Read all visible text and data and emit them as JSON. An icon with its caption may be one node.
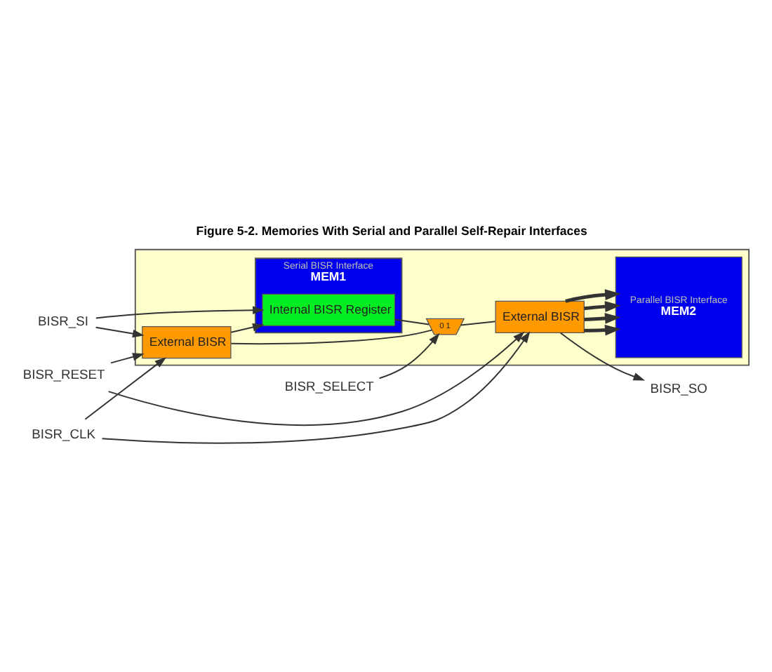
{
  "diagram": {
    "title": "Figure 5-2. Memories With Serial and Parallel Self-Repair Interfaces",
    "nodes": [
      {
        "text": [],
        "shape": "box"
      },
      {
        "text": [
          "BISR_SI"
        ]
      },
      {
        "text": [
          "BISR_RESET"
        ]
      },
      {
        "text": [
          "BISR_CLK"
        ]
      },
      {
        "text": [
          "BISR_SELECT"
        ]
      },
      {
        "text": [
          "BISR_SO"
        ]
      },
      {
        "text": [
          "External BISR"
        ],
        "in": 0
      },
      {
        "text": [
          "Serial BISR Interface",
          "MEM1"
        ],
        "in": 0
      },
      {
        "text": [
          "Internal BISR Register"
        ],
        "in": 7
      },
      {
        "text": [
          "0 1"
        ],
        "in": 0
      },
      {
        "text": [
          "Parallel BISR Interface",
          "MEM2"
        ],
        "in": 0
      },
      {
        "text": [
          "External BISR"
        ],
        "in": 0
      }
    ],
    "edges": [
      {
        "from": 1,
        "to": 6,
        "arrow": "to"
      },
      {
        "from": 1,
        "to": 8,
        "arrow": "to"
      },
      {
        "from": 2,
        "to": 6,
        "arrow": "to"
      },
      {
        "from": 2,
        "to": 11,
        "arrow": "to"
      },
      {
        "from": 3,
        "to": 6,
        "arrow": "to"
      },
      {
        "from": 3,
        "to": 11,
        "arrow": "to"
      },
      {
        "from": 6,
        "to": 8,
        "arrow": "to"
      },
      {
        "from": 4,
        "to": 9,
        "arrow": "to"
      },
      {
        "from": 6,
        "to": 9,
        "arrow": "none"
      },
      {
        "from": 8,
        "to": 9,
        "arrow": "none"
      },
      {
        "from": 9,
        "to": 11,
        "arrow": "none"
      },
      {
        "from": 11,
        "to": 10,
        "arrow": "to",
        "style": "thick"
      },
      {
        "from": 11,
        "to": 10,
        "arrow": "to",
        "style": "thick"
      },
      {
        "from": 11,
        "to": 10,
        "arrow": "to",
        "style": "thick"
      },
      {
        "from": 11,
        "to": 10,
        "arrow": "to",
        "style": "thick"
      },
      {
        "from": 11,
        "to": 5,
        "arrow": "to"
      }
    ]
  }
}
